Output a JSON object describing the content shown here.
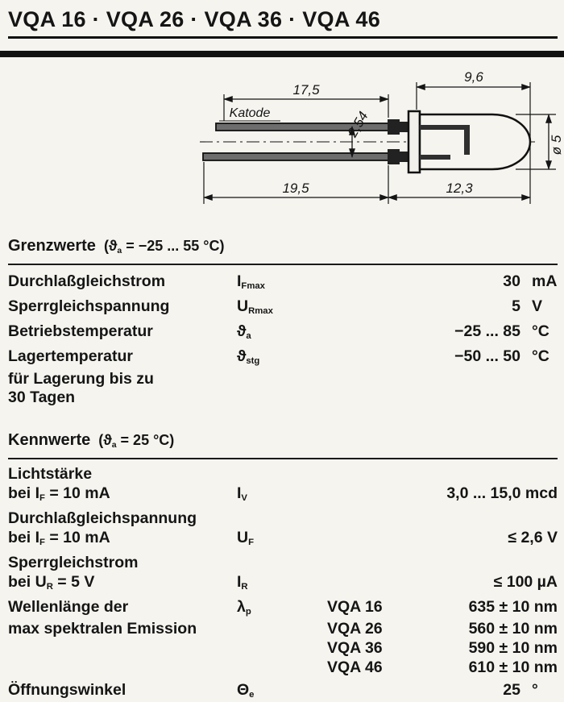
{
  "page": {
    "title": "VQA 16 · VQA 26 · VQA 36 · VQA 46"
  },
  "drawing": {
    "dim_lead_top": "17,5",
    "dim_body_top": "9,6",
    "cathode_label": "Katode",
    "dim_pitch": "2,54",
    "dim_lead_bottom": "19,5",
    "dim_body_bottom": "12,3",
    "dim_diameter": "ø 5"
  },
  "grenzwerte": {
    "heading": "Grenzwerte",
    "cond_pre": "(ϑ",
    "cond_sub": "a",
    "cond_post": " = −25 ... 55 °C)",
    "rows": [
      {
        "label": "Durchlaßgleichstrom",
        "sym": "I",
        "sym_sub": "Fmax",
        "value": "30",
        "unit": "mA"
      },
      {
        "label": "Sperrgleichspannung",
        "sym": "U",
        "sym_sub": "Rmax",
        "value": "5",
        "unit": "V"
      },
      {
        "label": "Betriebstemperatur",
        "sym": "ϑ",
        "sym_sub": "a",
        "value": "−25 ... 85",
        "unit": "°C"
      },
      {
        "label": "Lagertemperatur",
        "label_line2": "für Lagerung bis zu",
        "label_line3": "30 Tagen",
        "sym": "ϑ",
        "sym_sub": "stg",
        "value": "−50 ... 50",
        "unit": "°C"
      }
    ]
  },
  "kennwerte": {
    "heading": "Kennwerte",
    "cond_pre": "(ϑ",
    "cond_sub": "a",
    "cond_post": " = 25 °C)",
    "rows": [
      {
        "label": "Lichtstärke",
        "cond_pre": "bei I",
        "cond_sub": "F",
        "cond_post": " = 10 mA",
        "sym": "I",
        "sym_sub": "V",
        "value": "3,0 ... 15,0 mcd"
      },
      {
        "label": "Durchlaßgleichspannung",
        "cond_pre": "bei I",
        "cond_sub": "F",
        "cond_post": " = 10 mA",
        "sym": "U",
        "sym_sub": "F",
        "value": "≤ 2,6 V"
      },
      {
        "label": "Sperrgleichstrom",
        "cond_pre": "bei U",
        "cond_sub": "R",
        "cond_post": " = 5 V",
        "sym": "I",
        "sym_sub": "R",
        "value": "≤ 100 µA"
      },
      {
        "label_line1": "Wellenlänge der",
        "label_line2": "max spektralen Emission",
        "sym": "λ",
        "sym_sub": "p",
        "variants": [
          {
            "name": "VQA 16",
            "value": "635 ± 10 nm"
          },
          {
            "name": "VQA 26",
            "value": "560 ± 10 nm"
          },
          {
            "name": "VQA 36",
            "value": "590 ± 10 nm"
          },
          {
            "name": "VQA 46",
            "value": "610 ± 10 nm"
          }
        ]
      },
      {
        "label": "Öffnungswinkel",
        "sym": "Θ",
        "sym_sub": "e",
        "value": "25",
        "unit": "°"
      }
    ]
  }
}
